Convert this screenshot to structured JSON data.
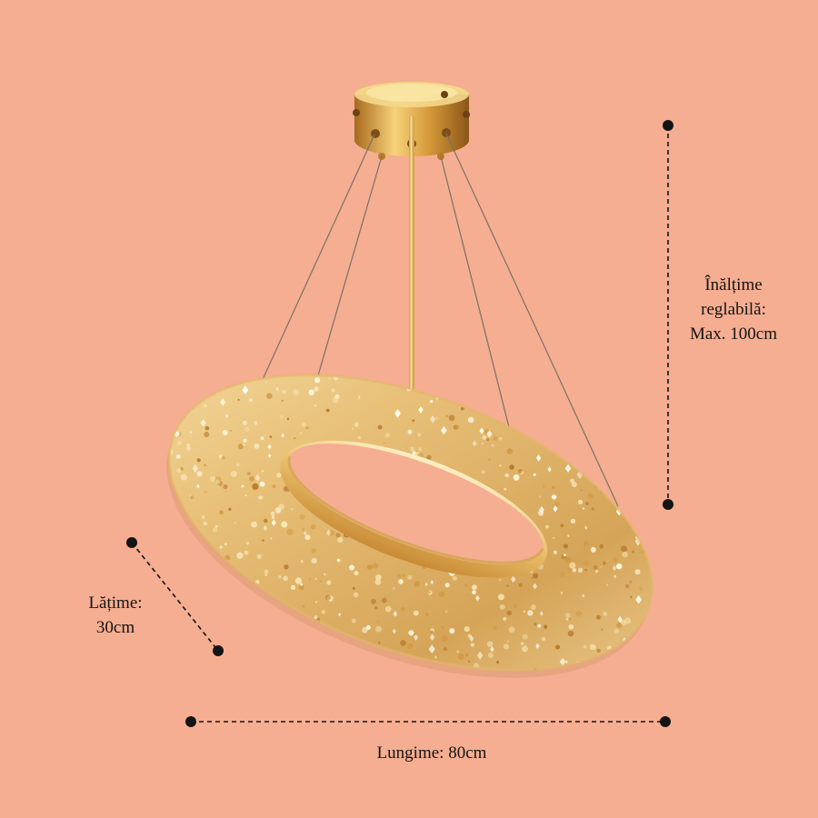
{
  "background_color": "#F5AE91",
  "product": {
    "image_subject": "gold-ring-crystal-chandelier",
    "colors": {
      "gold": "#D8A84A",
      "crystal": "#F3D9A0",
      "dimension_lines": "#141414"
    }
  },
  "dimensions": {
    "height": {
      "line1": "Înălțime",
      "line2": "reglabilă:",
      "line3": "Max. 100cm"
    },
    "width": {
      "line1": "Lățime:",
      "line2": "30cm"
    },
    "length": {
      "line1": "Lungime: 80cm"
    }
  }
}
